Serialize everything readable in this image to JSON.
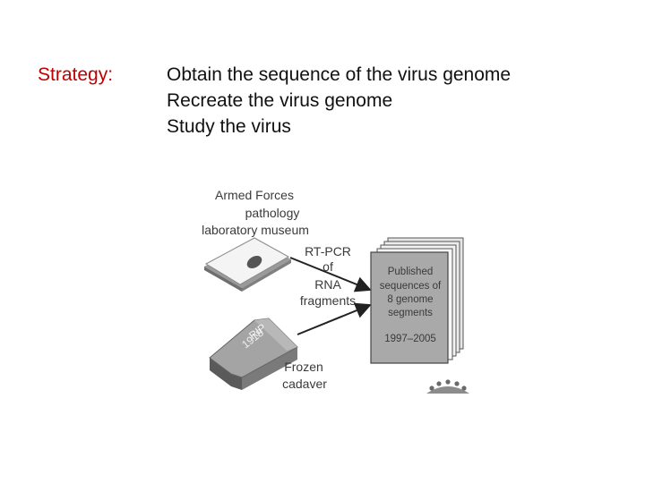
{
  "strategy": {
    "label": "Strategy:",
    "steps": [
      "Obtain the sequence of the virus genome",
      "Recreate the virus genome",
      "Study the virus"
    ]
  },
  "figure": {
    "museum_label": [
      "Armed Forces",
      "pathology",
      "laboratory museum"
    ],
    "method_label": [
      "RT-PCR",
      "of",
      "RNA",
      "fragments"
    ],
    "book_label": [
      "Published",
      "sequences of",
      "8 genome",
      "segments"
    ],
    "book_years": "1997–2005",
    "coffin_label": [
      "RIP",
      "1918"
    ],
    "cadaver_label": [
      "Frozen",
      "cadaver"
    ]
  }
}
